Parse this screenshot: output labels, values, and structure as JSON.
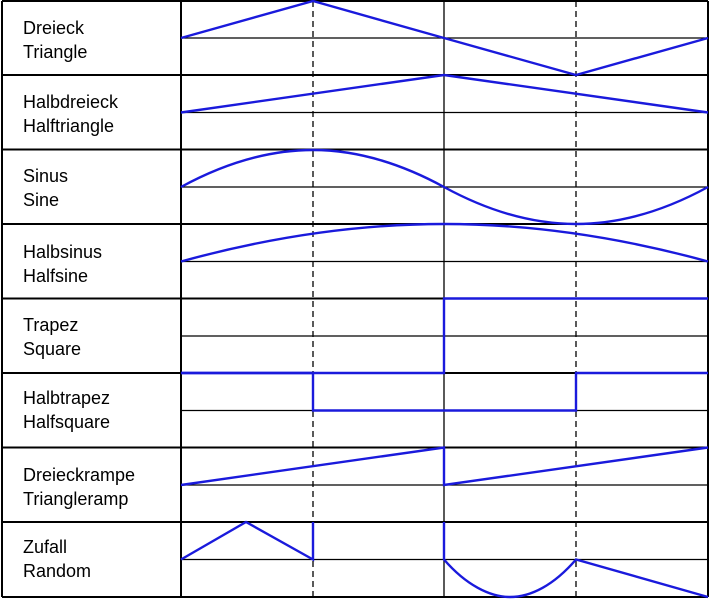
{
  "colors": {
    "wave": "#1a1adc",
    "grid": "#000000",
    "background": "#ffffff"
  },
  "rows": [
    {
      "id": "triangle",
      "label_de": "Dreieck",
      "label_en": "Triangle"
    },
    {
      "id": "halftriangle",
      "label_de": "Halbdreieck",
      "label_en": "Halftriangle"
    },
    {
      "id": "sine",
      "label_de": "Sinus",
      "label_en": "Sine"
    },
    {
      "id": "halfsine",
      "label_de": "Halbsinus",
      "label_en": "Halfsine"
    },
    {
      "id": "square",
      "label_de": "Trapez",
      "label_en": "Square"
    },
    {
      "id": "halfsquare",
      "label_de": "Halbtrapez",
      "label_en": "Halfsquare"
    },
    {
      "id": "triangleramp",
      "label_de": "Dreieckrampe",
      "label_en": "Triangleramp"
    },
    {
      "id": "random",
      "label_de": "Zufall",
      "label_en": "Random"
    }
  ]
}
